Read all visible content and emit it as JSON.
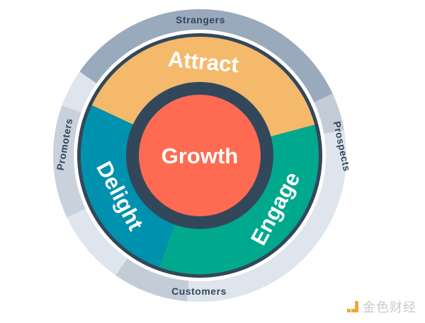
{
  "outer_ring": {
    "strangers": "Strangers",
    "prospects": "Prospects",
    "customers": "Customers",
    "promoters": "Promoters"
  },
  "stages": {
    "attract": "Attract",
    "engage": "Engage",
    "delight": "Delight"
  },
  "center": "Growth",
  "colors": {
    "attract": "#f5b96b",
    "engage": "#00a88e",
    "delight": "#0091ae",
    "growth": "#ff6b52",
    "dark": "#33475b",
    "ring_light": "#dfe5ec",
    "ring_dark": "#99aabd"
  },
  "watermark": "金色财经"
}
